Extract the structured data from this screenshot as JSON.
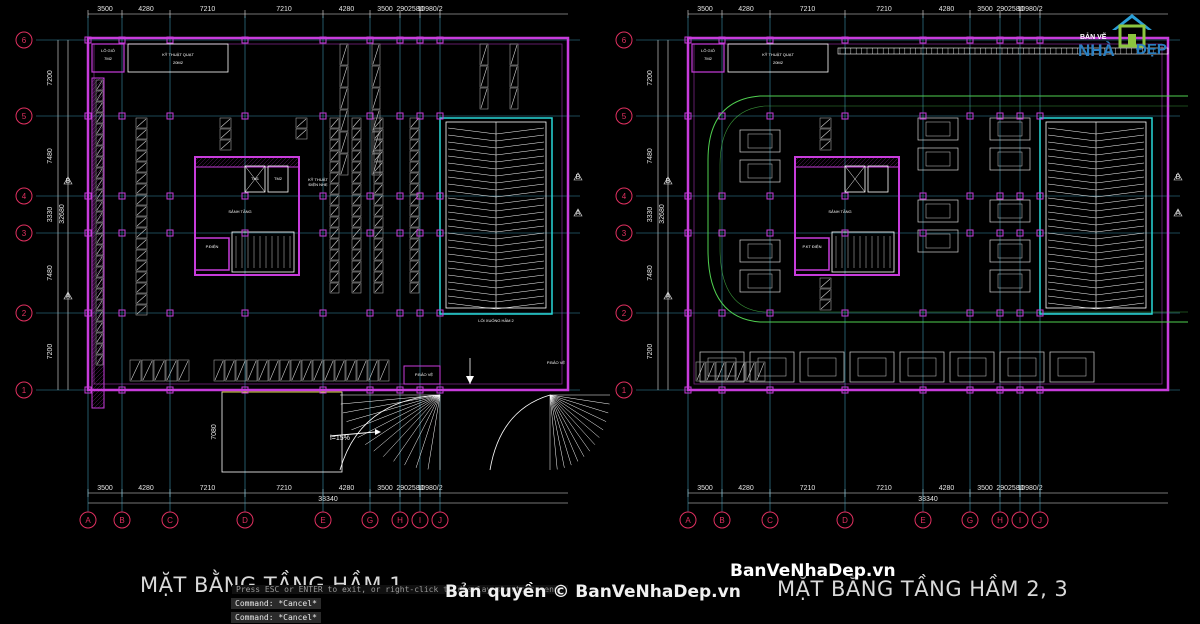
{
  "plans": [
    {
      "title": "MẶT BẰNG TẦNG HẦM 1",
      "top_dims": [
        "3500",
        "4280",
        "7210",
        "7210",
        "4280",
        "3500",
        "2902580",
        "10980/2"
      ],
      "bottom_dims": [
        "3500",
        "4280",
        "7210",
        "7210",
        "4280",
        "3500",
        "2902580",
        "10980/2"
      ],
      "total_dim": "38340",
      "side_dims": [
        "7200",
        "7480",
        "3330",
        "7480",
        "7200"
      ],
      "side_total": "32680",
      "ramp_dim": "7080",
      "col_bubbles": [
        "A",
        "B",
        "C",
        "D",
        "E",
        "G",
        "H",
        "I",
        "J"
      ],
      "row_bubbles": [
        "6",
        "5",
        "4",
        "3",
        "2",
        "1"
      ],
      "section_marks": [
        "B",
        "A",
        "B",
        "A"
      ],
      "rooms": {
        "lo_gio": "LÔ GIÓ",
        "lo_gio_area": "7M2",
        "ky_thuat_quat": "KỸ THUẬT QUẠT",
        "ky_thuat_quat_area": "20M2",
        "ky_thuat_dien": "KỸ THUẬT",
        "ky_thuat_dien2": "ĐIỆN NHẸ",
        "sanh_tang": "SẢNH TẦNG",
        "thang_may_1": "TM1",
        "thang_may_2": "TM2",
        "ph_dien": "P.ĐIỆN",
        "lo_xuong_ham": "LỐI XUỐNG HẦM 2",
        "bao_ve": "P.BẢO VỆ",
        "bao_ve_2": "P.BẢO VỆ"
      },
      "grade": "i=15%"
    },
    {
      "title": "MẶT BẰNG TẦNG HẦM 2, 3",
      "top_dims": [
        "3500",
        "4280",
        "7210",
        "7210",
        "4280",
        "3500",
        "2902580",
        "10980/2"
      ],
      "bottom_dims": [
        "3500",
        "4280",
        "7210",
        "7210",
        "4280",
        "3500",
        "2902580",
        "10980/2"
      ],
      "total_dim": "38340",
      "side_dims": [
        "7200",
        "7480",
        "3330",
        "7480",
        "7200"
      ],
      "side_total": "32680",
      "col_bubbles": [
        "A",
        "B",
        "C",
        "D",
        "E",
        "G",
        "H",
        "I",
        "J"
      ],
      "row_bubbles": [
        "6",
        "5",
        "4",
        "3",
        "2",
        "1"
      ],
      "section_marks": [
        "B",
        "A",
        "B",
        "A"
      ],
      "rooms": {
        "lo_gio": "LÔ GIÓ",
        "lo_gio_area": "7M2",
        "ky_thuat_quat": "KỸ THUẬT QUẠT",
        "ky_thuat_quat_area": "20M2",
        "sanh_tang": "SẢNH TẦNG",
        "ph_dien": "P.KT ĐIỆN"
      }
    }
  ],
  "command_line": {
    "hint": "Press ESC or ENTER to exit, or right-click to display shortcut menu.",
    "lines": [
      "Command: *Cancel*",
      "Command: *Cancel*"
    ]
  },
  "watermarks": {
    "site": "BanVeNhaDep.vn",
    "copyright": "Bản quyền © BanVeNhaDep.vn",
    "logo_small": "BẢN VẼ",
    "logo_big": "NHÀ",
    "logo_big2": "ĐẸP"
  },
  "colors": {
    "wall": "#c83cdc",
    "grid": "#4ab7d8",
    "text": "#e6e6e6",
    "bubble": "#e03060",
    "hatch": "#a0a0a0",
    "green": "#50d050",
    "yellow": "#e8e020"
  }
}
